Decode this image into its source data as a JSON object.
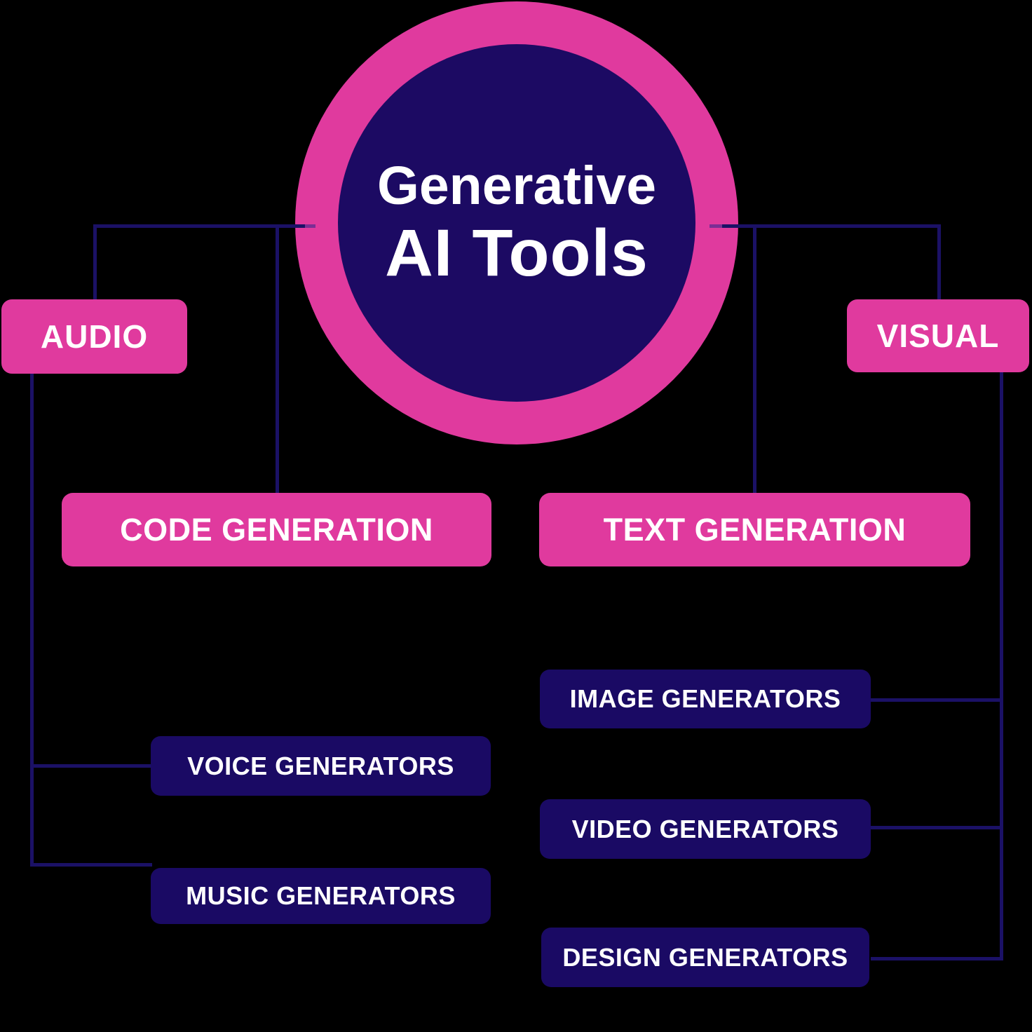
{
  "diagram": {
    "center": {
      "title_line1": "Generative",
      "title_line2": "AI Tools"
    },
    "branches": {
      "audio": {
        "label": "AUDIO"
      },
      "visual": {
        "label": "VISUAL"
      },
      "code": {
        "label": "CODE GENERATION"
      },
      "text": {
        "label": "TEXT GENERATION"
      },
      "voice": {
        "label": "VOICE GENERATORS"
      },
      "music": {
        "label": "MUSIC GENERATORS"
      },
      "image": {
        "label": "IMAGE GENERATORS"
      },
      "video": {
        "label": "VIDEO GENERATORS"
      },
      "design": {
        "label": "DESIGN GENERATORS"
      }
    },
    "colors": {
      "pink": "#E03A9E",
      "navy_circle": "#1C0A63",
      "navy_box": "#1A0A64",
      "line": "#1B1166",
      "purple_cap": "#7B2E94",
      "background": "#000000",
      "text": "#FFFFFF"
    }
  }
}
